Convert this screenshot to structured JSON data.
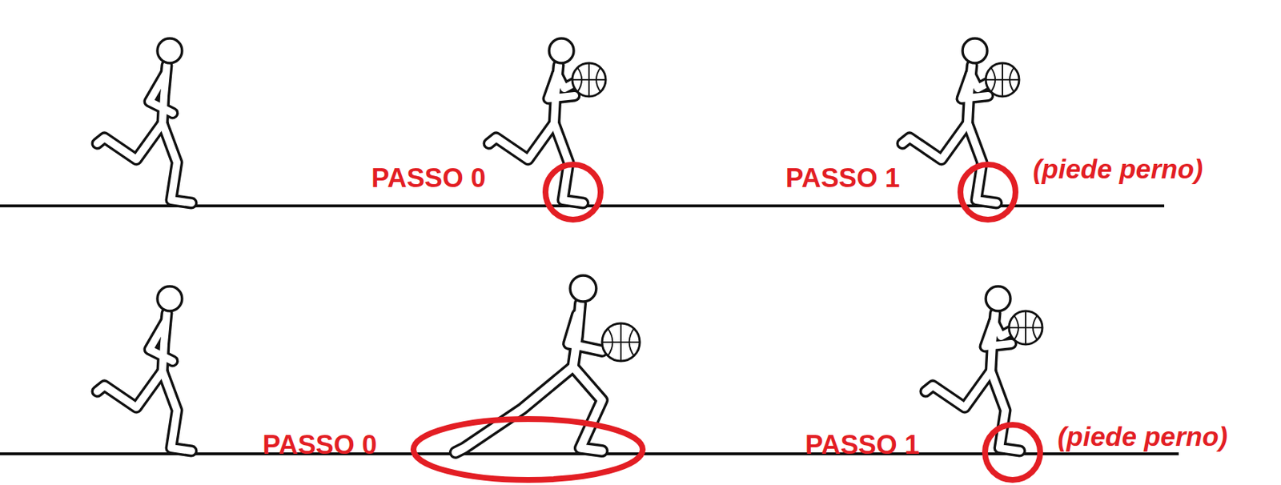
{
  "diagram": {
    "labels": [
      "PASSO 0",
      "PASSO 1",
      "(piede perno)",
      "PASSO 0",
      "PASSO 1",
      "(piede perno)"
    ]
  }
}
